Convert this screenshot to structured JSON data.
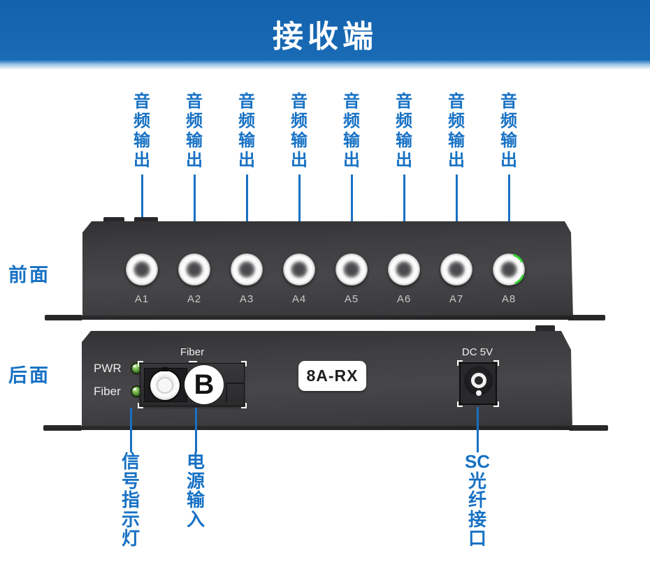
{
  "header": {
    "title": "接收端"
  },
  "colors": {
    "accent_blue": "#1565b0",
    "label_blue": "#1771c4",
    "panel_dark": "#3e3e40",
    "led_green": "#4a9a2f",
    "port_accent_green": "#35d435"
  },
  "front": {
    "side_label": "前面",
    "callouts": [
      "音频输出",
      "音频输出",
      "音频输出",
      "音频输出",
      "音频输出",
      "音频输出",
      "音频输出",
      "音频输出"
    ],
    "ports": [
      {
        "name": "A1"
      },
      {
        "name": "A2"
      },
      {
        "name": "A3"
      },
      {
        "name": "A4"
      },
      {
        "name": "A5"
      },
      {
        "name": "A6"
      },
      {
        "name": "A7"
      },
      {
        "name": "A8",
        "green_accent": true
      }
    ]
  },
  "rear": {
    "side_label": "后面",
    "status_leds": [
      {
        "label": "PWR"
      },
      {
        "label": "Fiber"
      }
    ],
    "fiber_port": {
      "caption": "Fiber",
      "badge": "B"
    },
    "model_plate": "8A-RX",
    "power_jack": {
      "caption": "DC 5V"
    },
    "callouts": [
      {
        "lines": [
          "信",
          "号",
          "指",
          "示",
          "灯"
        ]
      },
      {
        "lines": [
          "电",
          "源",
          "输",
          "入"
        ]
      },
      {
        "lines": [
          "SC",
          "光",
          "纤",
          "接",
          "口"
        ]
      }
    ]
  }
}
